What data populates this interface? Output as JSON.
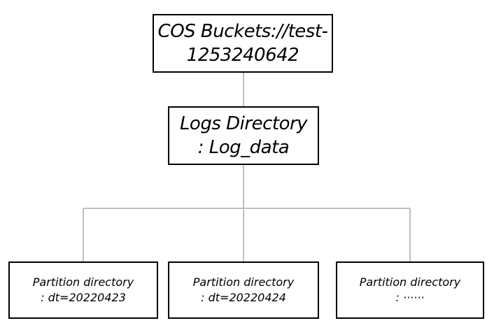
{
  "diagram": {
    "type": "tree",
    "root": {
      "line1": "COS Buckets://test-",
      "line2": "1253240642"
    },
    "logs_directory": {
      "line1": "Logs Directory",
      "line2": ": Log_data"
    },
    "partitions": [
      {
        "line1": "Partition directory",
        "line2": ": dt=20220423"
      },
      {
        "line1": "Partition directory",
        "line2": ": dt=20220424"
      },
      {
        "line1": "Partition directory",
        "line2": ": ······"
      }
    ],
    "colors": {
      "box_border": "#000000",
      "connector": "#bfbfbf",
      "background": "#ffffff"
    }
  }
}
